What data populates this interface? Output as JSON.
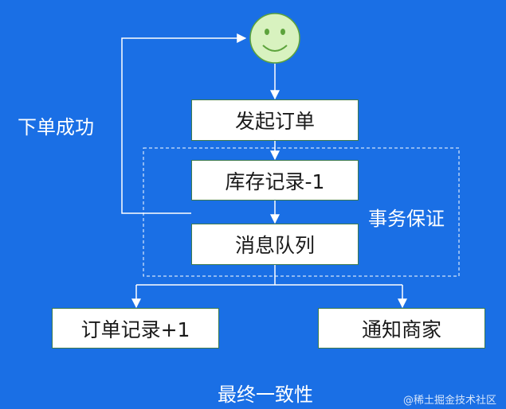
{
  "diagram": {
    "nodes": {
      "initiate_order": "发起订单",
      "inventory_record": "库存记录-1",
      "message_queue": "消息队列",
      "order_record": "订单记录+1",
      "notify_merchant": "通知商家"
    },
    "labels": {
      "order_success": "下单成功",
      "transaction_guarantee": "事务保证",
      "eventual_consistency": "最终一致性"
    },
    "icons": {
      "user": "smiley-face-icon"
    },
    "colors": {
      "background": "#1a6fe5",
      "box_fill": "#ffffff",
      "box_border": "#3d7a4c",
      "face_fill": "#d8f2bf",
      "face_stroke": "#5da33c",
      "connector": "#ffffff"
    }
  },
  "watermark": "@稀土掘金技术社区"
}
